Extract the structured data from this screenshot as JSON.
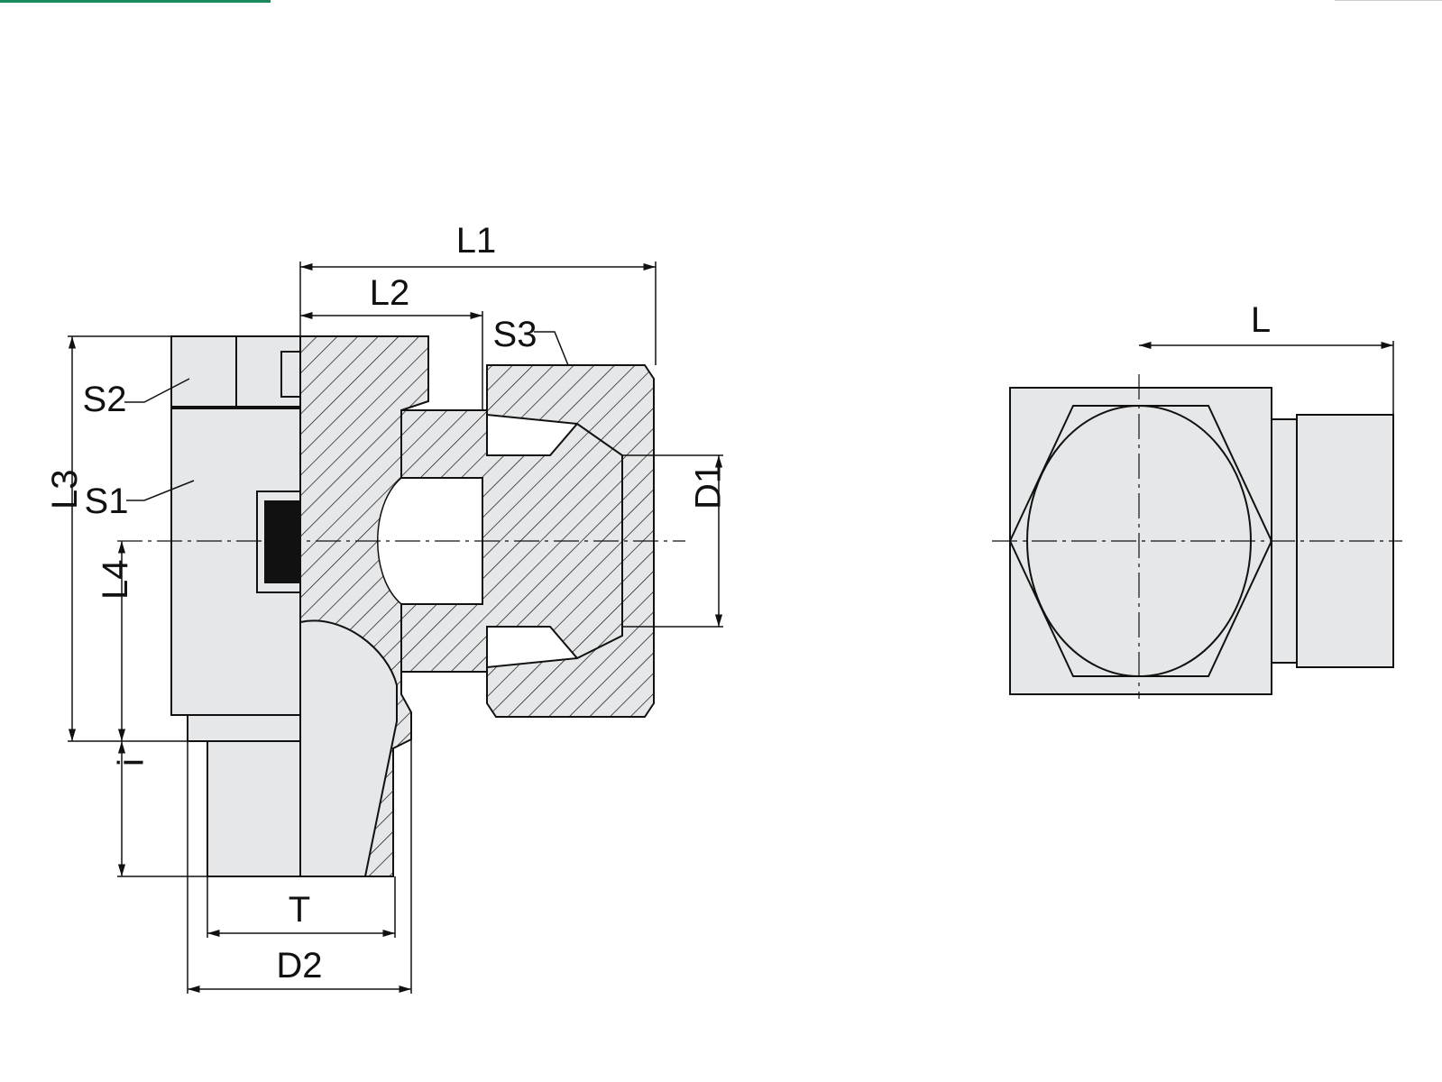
{
  "colors": {
    "accent_line": "#1a8a5e",
    "fill": "#e6e7e8",
    "stroke": "#111111"
  },
  "labels": {
    "L1": "L1",
    "L2": "L2",
    "L3": "L3",
    "L4": "L4",
    "S1": "S1",
    "S2": "S2",
    "S3": "S3",
    "D1": "D1",
    "D2": "D2",
    "T": "T",
    "i": "i",
    "L": "L"
  }
}
